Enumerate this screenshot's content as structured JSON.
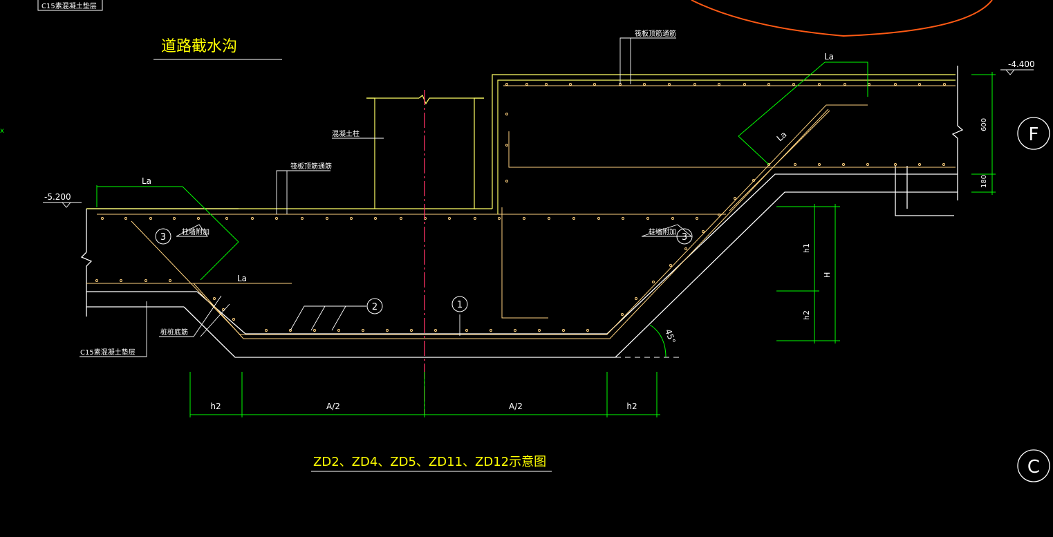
{
  "colors": {
    "background": "#000000",
    "structure": "#ffffff",
    "rebar": "#ffd27f",
    "dimension": "#00ff00",
    "centerline": "#ff3366",
    "text_yellow": "#ffff00",
    "text_white": "#ffffff",
    "arc": "#ff5a14"
  },
  "labels": {
    "top_left_box": "C15素混凝土垫层",
    "title": "道路截水沟",
    "concrete_column": "混凝土柱",
    "raft_top_bar_left": "筏板顶筋通筋",
    "raft_top_bar_right": "筏板顶筋通筋",
    "pile_bottom_bar": "桩桩底筋",
    "c15_cushion": "C15素混凝土垫层",
    "added_bar_left": "柱墙附加",
    "added_bar_right": "柱墙附加",
    "la_top_left": "La",
    "la_mid_left": "La",
    "la_top_right": "La",
    "la_diag_right": "La",
    "elev_left": "-5.200",
    "elev_right": "-4.400",
    "dim_600": "600",
    "dim_180": "180",
    "dim_h1": "h1",
    "dim_H": "H",
    "dim_h2_vert": "h2",
    "dim_h2_left": "h2",
    "dim_A2_left": "A/2",
    "dim_A2_right": "A/2",
    "dim_h2_right": "h2",
    "angle": "45°",
    "bar1": "1",
    "bar2": "2",
    "bar3_left": "3",
    "bar3_right": "3",
    "axis_F": "F",
    "axis_C": "C",
    "caption": "ZD2、ZD4、ZD5、ZD11、ZD12示意图"
  }
}
